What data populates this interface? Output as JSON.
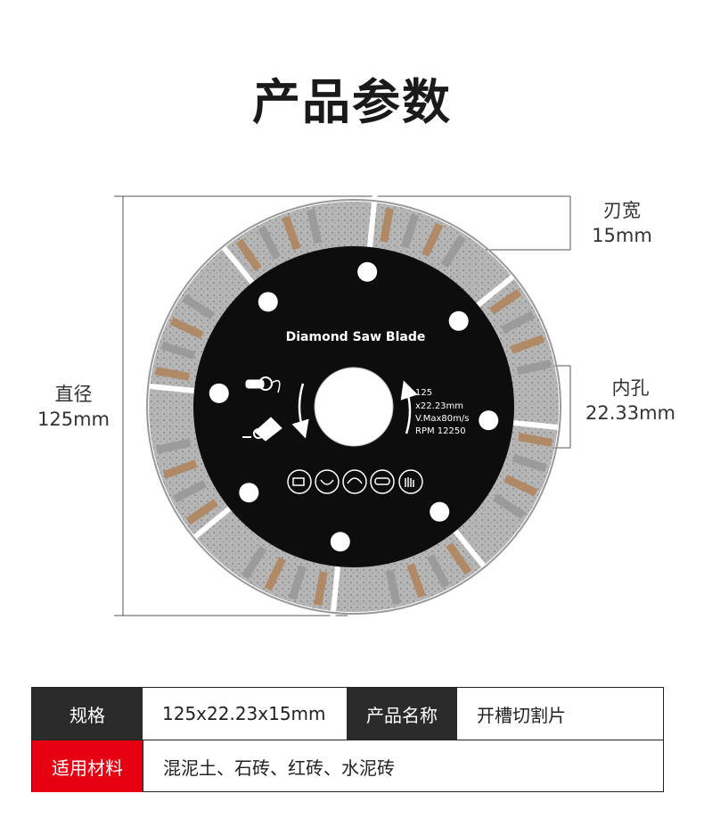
{
  "title": "产品参数",
  "blade": {
    "name": "Diamond Saw Blade",
    "spec_lines": [
      "125",
      "x22.23mm",
      "V.Max80m/s",
      "RPM 12250"
    ]
  },
  "dimensions": {
    "width_label": "刃宽",
    "width_value": "15mm",
    "bore_label": "内孔",
    "bore_value": "22.33mm",
    "diameter_label": "直径",
    "diameter_value": "125mm"
  },
  "table": {
    "spec_label": "规格",
    "spec_value": "125x22.23x15mm",
    "product_name_label": "产品名称",
    "product_name_value": "开槽切割片",
    "material_label": "适用材料",
    "material_value": "混泥土、石砖、红砖、水泥砖"
  },
  "colors": {
    "accent_red": "#e60012",
    "header_dark": "#2b2b2b",
    "blade_body": "#0d0d0d",
    "segment_gray": "#b4b4b4",
    "segment_copper": "#b08a66"
  },
  "icons": [
    "angle-grinder-icon",
    "wall-chaser-icon",
    "rotation-arrow-icon",
    "gloves-icon",
    "goggles-icon",
    "ear-protection-icon",
    "face-shield-icon",
    "dust-mask-icon"
  ]
}
